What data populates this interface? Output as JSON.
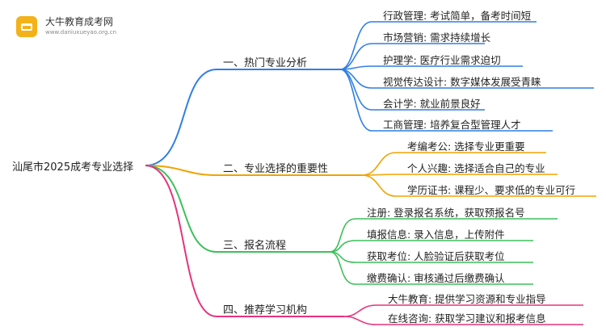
{
  "logo": {
    "name": "大牛教育成考网",
    "url": "www.daniuxueyao.org.cn"
  },
  "root": "汕尾市2025成考专业选择",
  "branches": [
    {
      "label": "一、热门专业分析",
      "color": "#2f7fe3",
      "items": [
        "行政管理: 考试简单，备考时间短",
        "市场营销: 需求持续增长",
        "护理学: 医疗行业需求迫切",
        "视觉传达设计: 数字媒体发展受青睐",
        "会计学: 就业前景良好",
        "工商管理: 培养复合型管理人才"
      ]
    },
    {
      "label": "二、专业选择的重要性",
      "color": "#f0a400",
      "items": [
        "考编考公: 选择专业更重要",
        "个人兴趣: 选择适合自己的专业",
        "学历证书: 课程少、要求低的专业可行"
      ]
    },
    {
      "label": "三、报名流程",
      "color": "#3cc05a",
      "items": [
        "注册: 登录报名系统，获取预报名号",
        "填报信息: 录入信息，上传附件",
        "获取考位: 人脸验证后获取考位",
        "缴费确认: 审核通过后缴费确认"
      ]
    },
    {
      "label": "四、推荐学习机构",
      "color": "#e8327c",
      "items": [
        "大牛教育: 提供学习资源和专业指导",
        "在线咨询: 获取学习建议和报考信息"
      ]
    }
  ]
}
